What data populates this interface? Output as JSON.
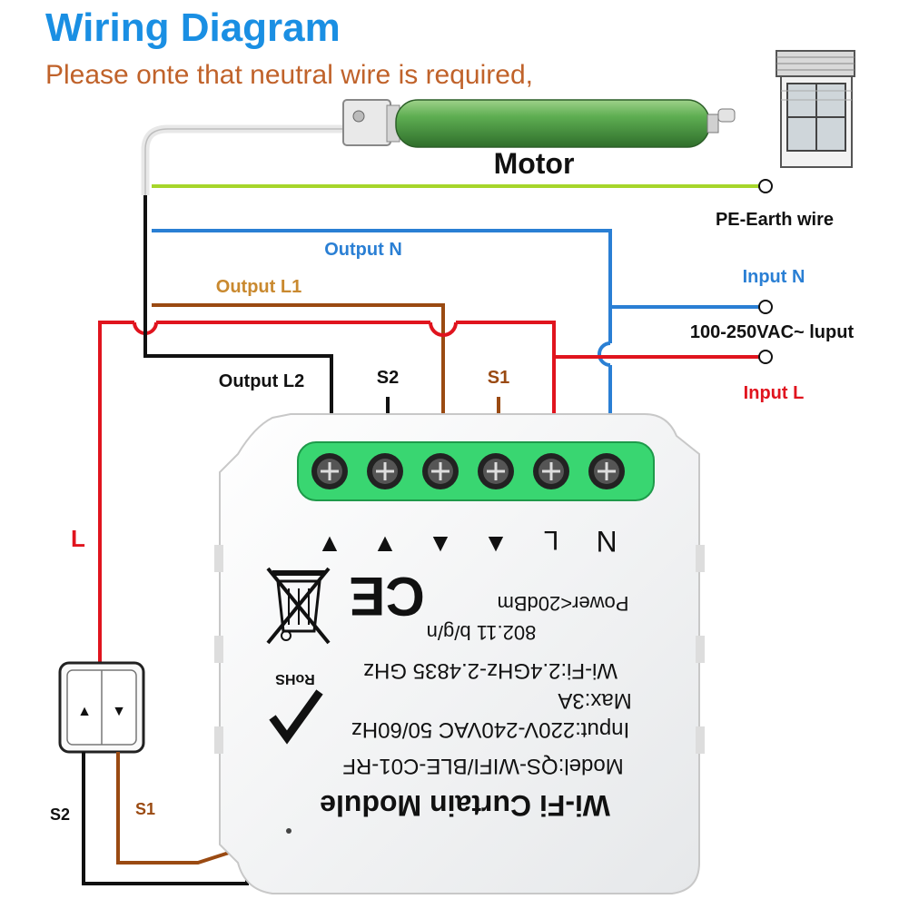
{
  "title": "Wiring Diagram",
  "subtitle": "Please onte that neutral wire is required,",
  "labels": {
    "motor": "Motor",
    "pe_earth": "PE-Earth wire",
    "output_n": "Output N",
    "output_l1": "Output L1",
    "output_l2": "Output L2",
    "input_n": "Input N",
    "input_voltage": "100-250VAC~ luput",
    "input_l": "Input L",
    "s2_top": "S2",
    "s1_top": "S1",
    "l_side": "L",
    "s2_bottom": "S2",
    "s1_bottom": "S1"
  },
  "terminals": {
    "arrow_up": "▲",
    "arrow_down": "▼",
    "l": "L",
    "n": "N"
  },
  "module_text": {
    "power": "Power<20dBm",
    "standard": "802.11 b/g/n",
    "wifi": "Wi-Fi:2.4GHz-2.4835 GHz",
    "max": "Max:3A",
    "input": "Input:220V-240VAC 50/60Hz",
    "model": "Model:QS-WIFI/BLE-C01-RF",
    "name": "Wi-Fi Curtain Module",
    "ce": "CE",
    "rohs": "RoHS"
  },
  "switch": {
    "up_icon": "▲",
    "down_icon": "▼"
  },
  "colors": {
    "title": "#1a8fe3",
    "subtitle": "#c0622a",
    "earth_wire": "#a6d62a",
    "neutral_wire": "#2a7fd4",
    "live_wire": "#e0141e",
    "l1_wire": "#9a4a12",
    "l2_wire": "#111111",
    "terminal_block": "#39d671",
    "motor_body": "#4e9a45"
  }
}
